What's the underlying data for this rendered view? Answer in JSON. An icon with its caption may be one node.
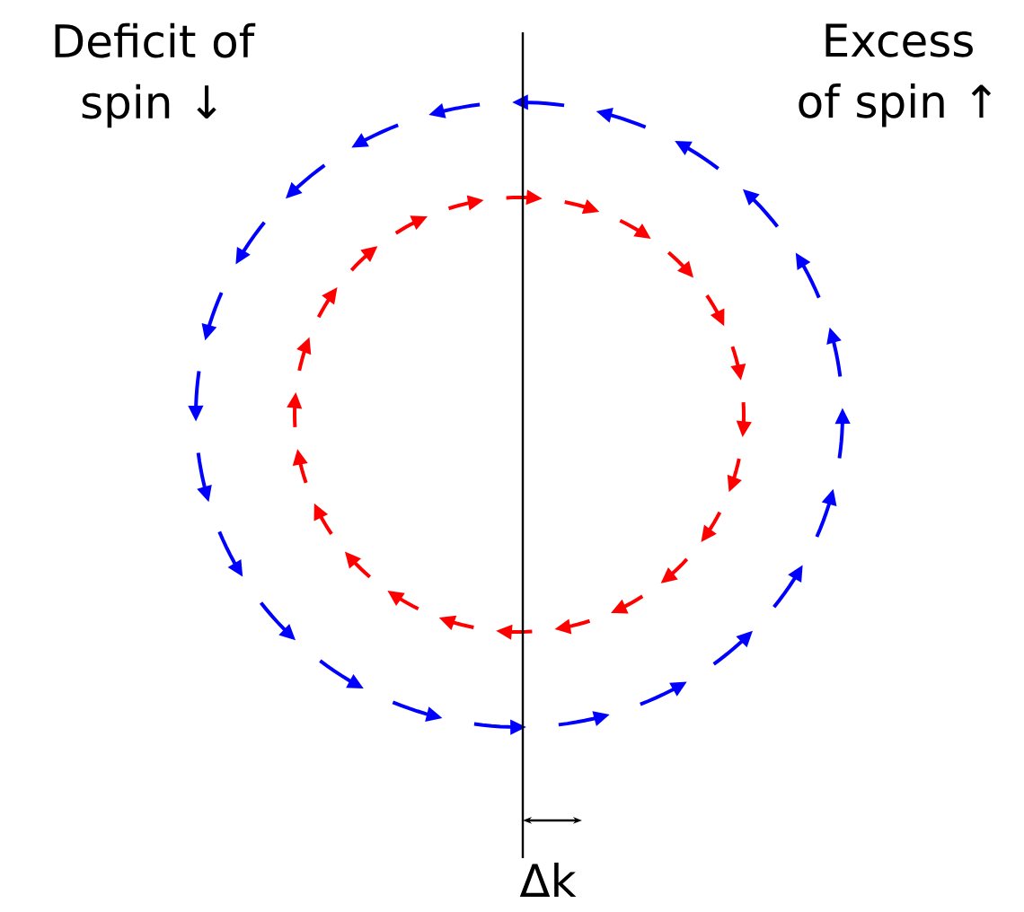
{
  "diagram": {
    "labels": [
      "Deficit of spin ↓",
      "Excess of spin ↑",
      "Δk"
    ]
  }
}
